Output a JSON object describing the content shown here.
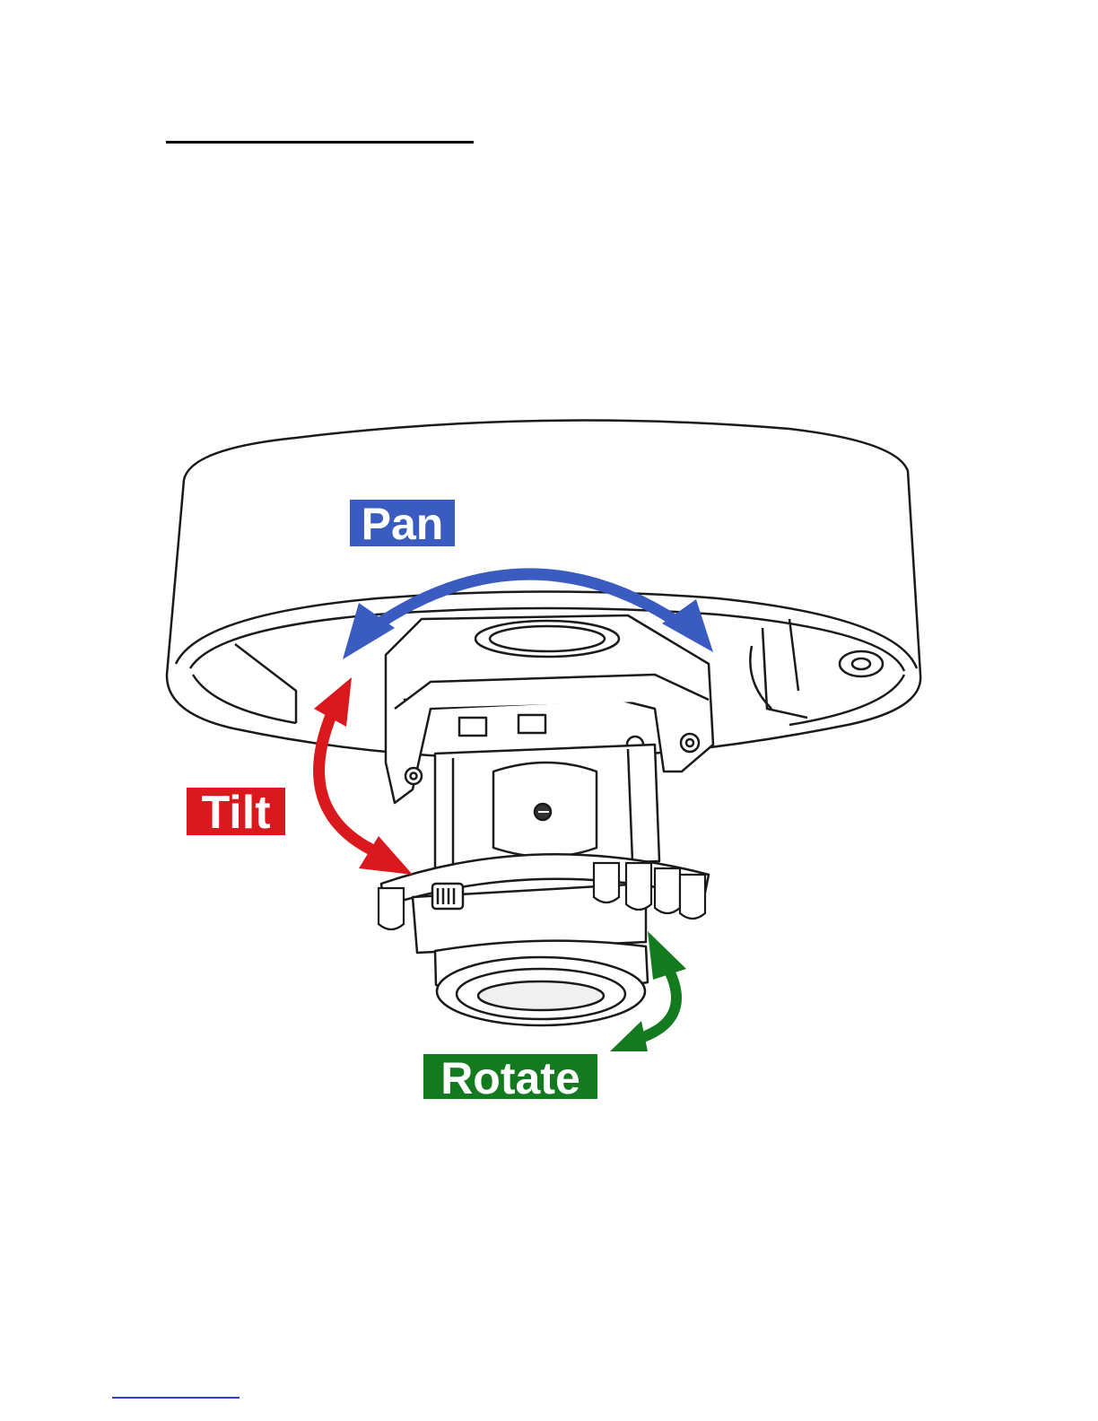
{
  "labels": {
    "pan": "Pan",
    "tilt": "Tilt",
    "rotate": "Rotate"
  },
  "colors": {
    "pan": "#3a5bbf",
    "tilt": "#d9191e",
    "rotate": "#147a1f",
    "line": "#1a1a1a",
    "link": "#2f3fd0"
  },
  "icons": {
    "pan_arrow": "double-headed-curved-arrow",
    "tilt_arrow": "double-headed-curved-arrow",
    "rotate_arrow": "double-headed-curved-arrow"
  }
}
